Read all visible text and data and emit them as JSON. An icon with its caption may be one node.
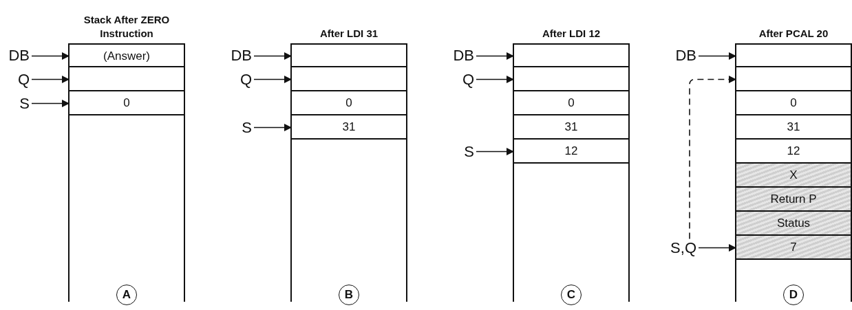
{
  "diagram": {
    "nodes": [
      {
        "text": [
          "Stack After ZERO Instruction"
        ]
      },
      {
        "text": [
          "(Answer)"
        ],
        "in": 0
      },
      {
        "text": [],
        "shape": "box",
        "in": 0
      },
      {
        "text": [
          "0"
        ],
        "in": 0
      },
      {
        "text": [
          "A"
        ],
        "in": 0
      },
      {
        "text": [
          "DB"
        ]
      },
      {
        "text": [
          "Q"
        ]
      },
      {
        "text": [
          "S"
        ]
      },
      {
        "text": [
          "After LDI 31"
        ]
      },
      {
        "text": [],
        "shape": "box",
        "in": 8
      },
      {
        "text": [],
        "shape": "box",
        "in": 8
      },
      {
        "text": [
          "0"
        ],
        "in": 8
      },
      {
        "text": [
          "31"
        ],
        "in": 8
      },
      {
        "text": [
          "B"
        ],
        "in": 8
      },
      {
        "text": [
          "DB"
        ]
      },
      {
        "text": [
          "Q"
        ]
      },
      {
        "text": [
          "S"
        ]
      },
      {
        "text": [
          "After LDI 12"
        ]
      },
      {
        "text": [],
        "shape": "box",
        "in": 17
      },
      {
        "text": [],
        "shape": "box",
        "in": 17
      },
      {
        "text": [
          "0"
        ],
        "in": 17
      },
      {
        "text": [
          "31"
        ],
        "in": 17
      },
      {
        "text": [
          "12"
        ],
        "in": 17
      },
      {
        "text": [
          "C"
        ],
        "in": 17
      },
      {
        "text": [
          "DB"
        ]
      },
      {
        "text": [
          "Q"
        ]
      },
      {
        "text": [
          "S"
        ]
      },
      {
        "text": [
          "After PCAL 20"
        ]
      },
      {
        "text": [],
        "shape": "box",
        "in": 27
      },
      {
        "text": [],
        "shape": "box",
        "in": 27
      },
      {
        "text": [
          "0"
        ],
        "in": 27
      },
      {
        "text": [
          "31"
        ],
        "in": 27
      },
      {
        "text": [
          "12"
        ],
        "in": 27
      },
      {
        "text": [
          "X"
        ],
        "in": 27
      },
      {
        "text": [
          "Return P"
        ],
        "in": 27
      },
      {
        "text": [
          "Status"
        ],
        "in": 27
      },
      {
        "text": [
          "7"
        ],
        "in": 27
      },
      {
        "text": [
          "D"
        ],
        "in": 27
      },
      {
        "text": [
          "DB"
        ]
      },
      {
        "text": [
          "S,Q"
        ]
      }
    ],
    "edges": [
      {
        "from": 5,
        "to": 1,
        "arrow": "to"
      },
      {
        "from": 6,
        "to": 2,
        "arrow": "to"
      },
      {
        "from": 7,
        "to": 3,
        "arrow": "to"
      },
      {
        "from": 14,
        "to": 9,
        "arrow": "to"
      },
      {
        "from": 15,
        "to": 10,
        "arrow": "to"
      },
      {
        "from": 16,
        "to": 12,
        "arrow": "to"
      },
      {
        "from": 24,
        "to": 18,
        "arrow": "to"
      },
      {
        "from": 25,
        "to": 19,
        "arrow": "to"
      },
      {
        "from": 26,
        "to": 22,
        "arrow": "to"
      },
      {
        "from": 38,
        "to": 28,
        "arrow": "to"
      },
      {
        "from": 39,
        "to": 36,
        "arrow": "to"
      },
      {
        "from": 39,
        "to": 29,
        "arrow": "to",
        "style": "dashed"
      }
    ]
  }
}
